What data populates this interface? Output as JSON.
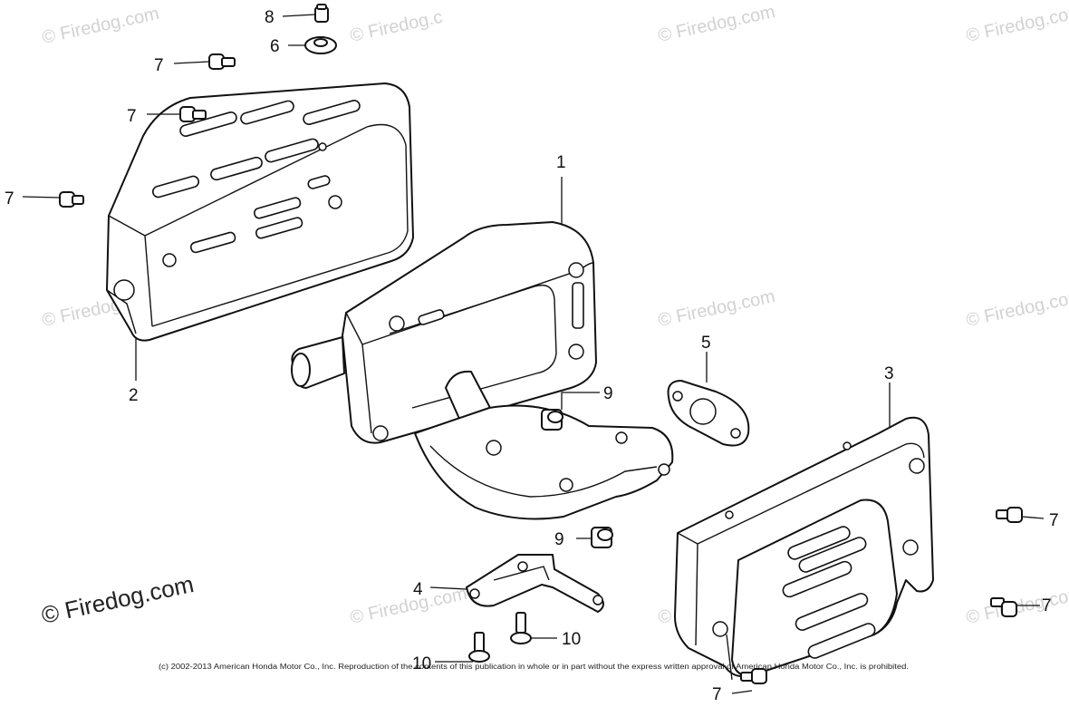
{
  "watermark": {
    "brand": "© Firedog.com",
    "brand_short": "© Firedog.c"
  },
  "callouts": {
    "c1": "1",
    "c2": "2",
    "c3": "3",
    "c4": "4",
    "c5": "5",
    "c6": "6",
    "c7": "7",
    "c8": "8",
    "c9": "9",
    "c10": "10"
  },
  "copyright": "(c) 2002-2013 American Honda Motor Co., Inc. Reproduction of the contents of this publication in whole or in part without the express written approval of American Honda Motor Co., Inc. is prohibited."
}
